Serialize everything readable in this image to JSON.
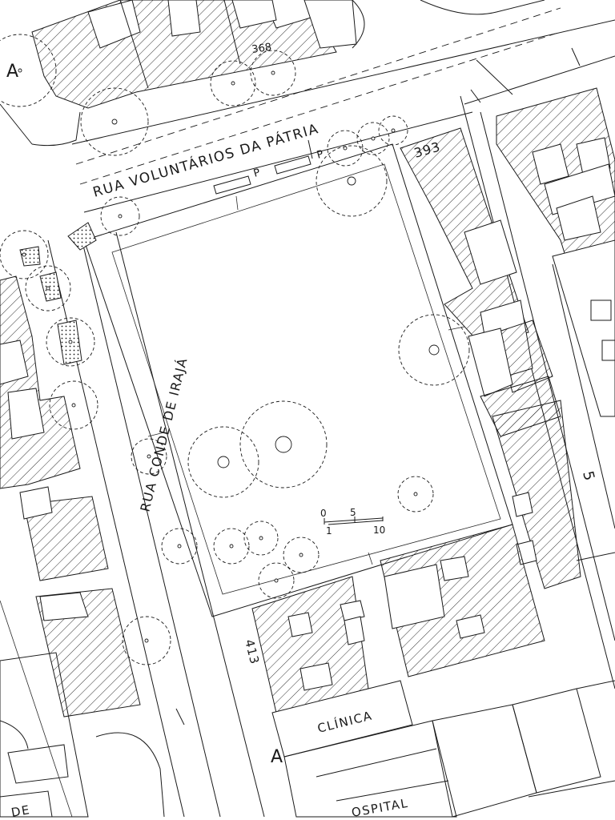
{
  "map": {
    "street_north": "RUA VOLUNTÁRIOS DA PÁTRIA",
    "street_west": "RUA CONDE DE IRAJÁ",
    "parking_label_1": "P",
    "parking_label_2": "P",
    "number_368": "368",
    "number_393": "393",
    "number_413": "413",
    "number_5": "5",
    "marker_a_top": "A",
    "marker_a_bottom": "A",
    "clinic_label": "CLÍNICA",
    "hospital_label": "OSPITAL",
    "fragment_de": "DE",
    "scale": {
      "tick_0": "0",
      "tick_5": "5",
      "tick_1": "1",
      "tick_10": "10"
    },
    "colors": {
      "ink": "#1a1a1a",
      "paper": "#ffffff"
    }
  }
}
